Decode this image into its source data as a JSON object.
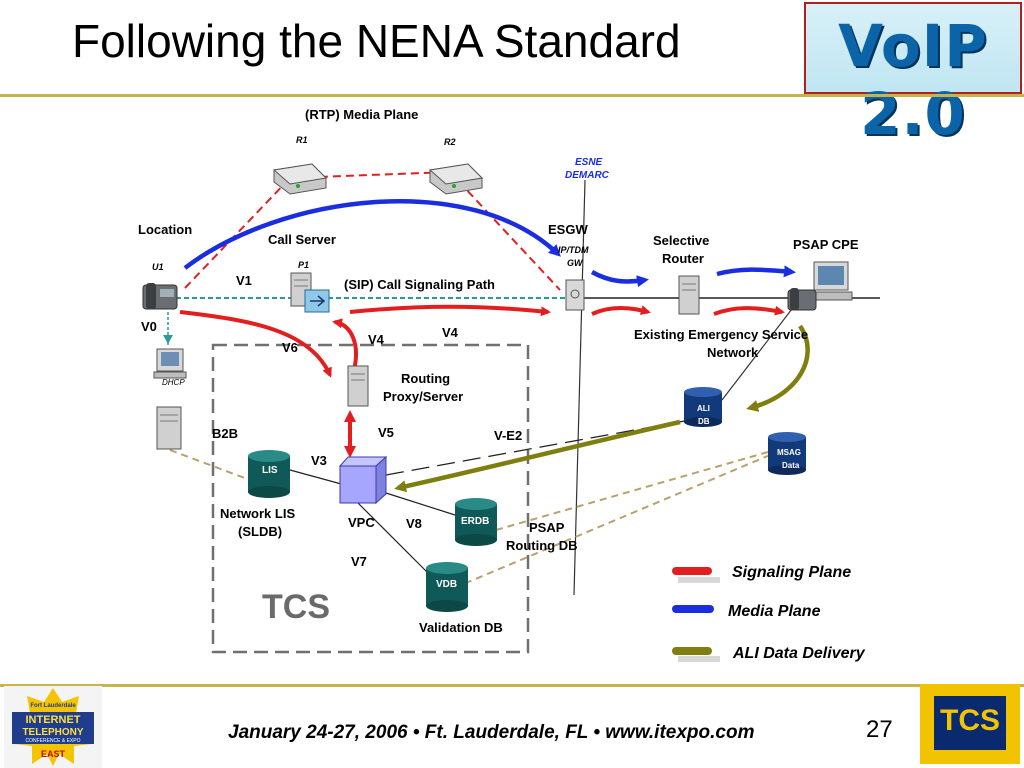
{
  "slide": {
    "title": "Following the NENA Standard",
    "footer": "January 24-27, 2006 • Ft. Lauderdale, FL • www.itexpo.com",
    "page_number": "27",
    "logo_top_right": "VoIP 2.0",
    "logo_bottom_right": "TCS",
    "logo_bottom_left_lines": [
      "Fort Lauderdale",
      "INTERNET",
      "TELEPHONY",
      "CONFERENCE & EXPO",
      "EAST"
    ]
  },
  "diagram": {
    "media_plane_label": "(RTP) Media Plane",
    "r1": "R1",
    "r2": "R2",
    "esne": [
      "ESNE",
      "DEMARC"
    ],
    "location": "Location",
    "u1": "U1",
    "call_server": "Call Server",
    "p1": "P1",
    "sip_path": "(SIP) Call Signaling Path",
    "v1": "V1",
    "v0": "V0",
    "dhcp": "DHCP",
    "v6": "V6",
    "v4_a": "V4",
    "v4_b": "V4",
    "esgw": "ESGW",
    "ip_tdm": [
      "IP/TDM",
      "GW"
    ],
    "selective_router": [
      "Selective",
      "Router"
    ],
    "psap_cpe": "PSAP CPE",
    "existing_network": [
      "Existing Emergency Service",
      "Network"
    ],
    "routing_proxy": [
      "Routing",
      "Proxy/Server"
    ],
    "v5": "V5",
    "b2b": "B2B",
    "v3": "V3",
    "v_e2": "V-E2",
    "ali_db": [
      "ALI",
      "DB"
    ],
    "msag": [
      "MSAG",
      "Data"
    ],
    "lis": "LIS",
    "network_lis": [
      "Network LIS",
      "(SLDB)"
    ],
    "vpc": "VPC",
    "v8": "V8",
    "erdb": "ERDB",
    "psap_routing_db": [
      "PSAP",
      "Routing DB"
    ],
    "v7": "V7",
    "vdb": "VDB",
    "validation_db": "Validation DB",
    "tcs_box": "TCS"
  },
  "legend": {
    "items": [
      {
        "label": "Signaling Plane",
        "color": "#e31e1e"
      },
      {
        "label": "Media Plane",
        "color": "#1a2ee0"
      },
      {
        "label": "ALI Data Delivery",
        "color": "#7f7f10"
      }
    ]
  },
  "colors": {
    "signaling": "#e31e1e",
    "media": "#1a2ee0",
    "ali": "#7f7f10",
    "accent_rule": "#c9b44a",
    "db_teal": "#0f5a58",
    "db_navy": "#123a7a"
  }
}
